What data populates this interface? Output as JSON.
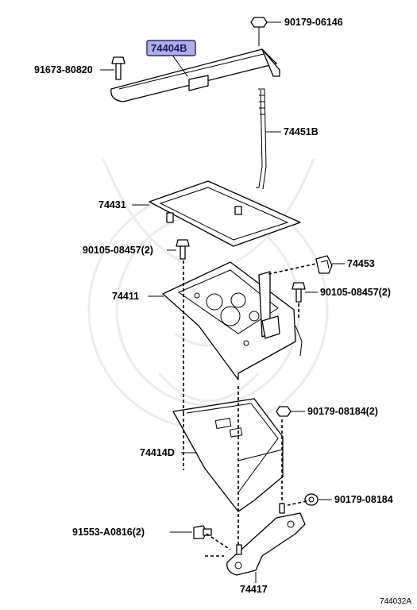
{
  "diagram": {
    "highlight_color": "#aab0e0",
    "callouts": {
      "c1": "90179-06146",
      "c2": "74404B",
      "c3": "91673-80820",
      "c4": "74451B",
      "c5": "74431",
      "c6": "90105-08457(2)",
      "c7": "74453",
      "c8": "74411",
      "c9": "90105-08457(2)",
      "c10": "90179-08184(2)",
      "c11": "74414D",
      "c12": "90179-08184",
      "c13": "91553-A0816(2)",
      "c14": "74417"
    },
    "figure_code": "744032A"
  }
}
